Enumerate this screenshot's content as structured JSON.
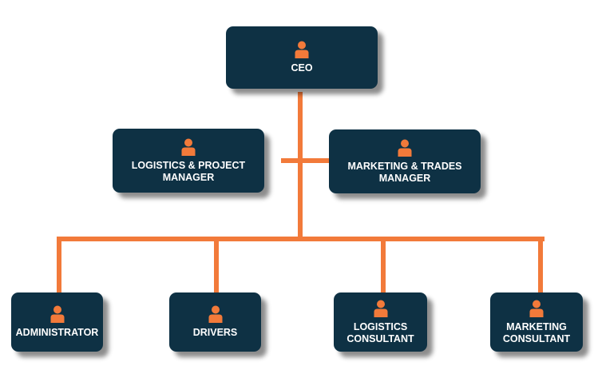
{
  "colors": {
    "box": "#0e3144",
    "connector": "#f27a3a",
    "icon": "#f27a3a",
    "text": "#ffffff"
  },
  "nodes": [
    {
      "id": "ceo",
      "label": "CEO",
      "icon": "person-icon"
    },
    {
      "id": "logistics-project-manager",
      "label": "LOGISTICS & PROJECT\nMANAGER",
      "icon": "person-icon"
    },
    {
      "id": "marketing-trades-manager",
      "label": "MARKETING & TRADES\nMANAGER",
      "icon": "person-icon"
    },
    {
      "id": "administrator",
      "label": "ADMINISTRATOR",
      "icon": "person-icon"
    },
    {
      "id": "drivers",
      "label": "DRIVERS",
      "icon": "person-icon"
    },
    {
      "id": "logistics-consultant",
      "label": "LOGISTICS\nCONSULTANT",
      "icon": "person-icon"
    },
    {
      "id": "marketing-consultant",
      "label": "MARKETING\nCONSULTANT",
      "icon": "person-icon"
    }
  ]
}
